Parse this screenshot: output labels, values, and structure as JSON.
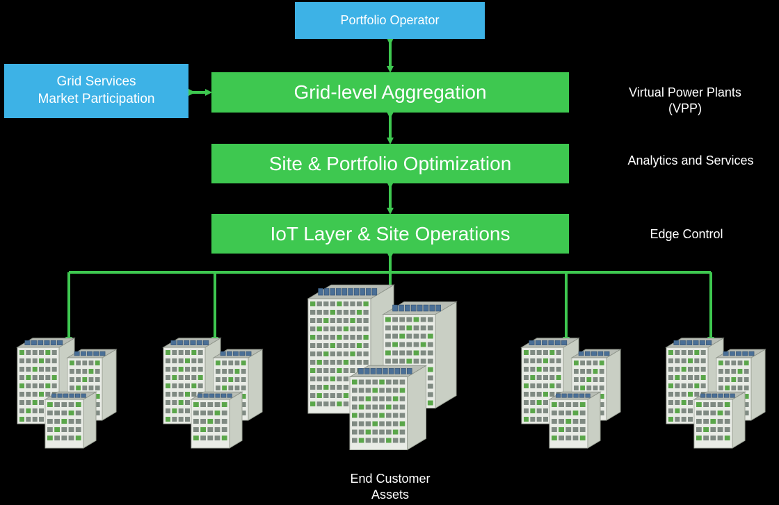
{
  "portfolio_operator": "Portfolio Operator",
  "grid_services": "Grid Services\nMarket Participation",
  "layers": {
    "grid_aggregation": "Grid-level Aggregation",
    "site_optimization": "Site & Portfolio Optimization",
    "iot_layer": "IoT Layer & Site Operations"
  },
  "side_labels": {
    "vpp": "Virtual Power Plants\n(VPP)",
    "analytics": "Analytics and Services",
    "edge": "Edge Control"
  },
  "assets_caption": "End Customer\nAssets",
  "colors": {
    "blue": "#3db2e6",
    "green": "#3ec850",
    "background": "#000000"
  }
}
